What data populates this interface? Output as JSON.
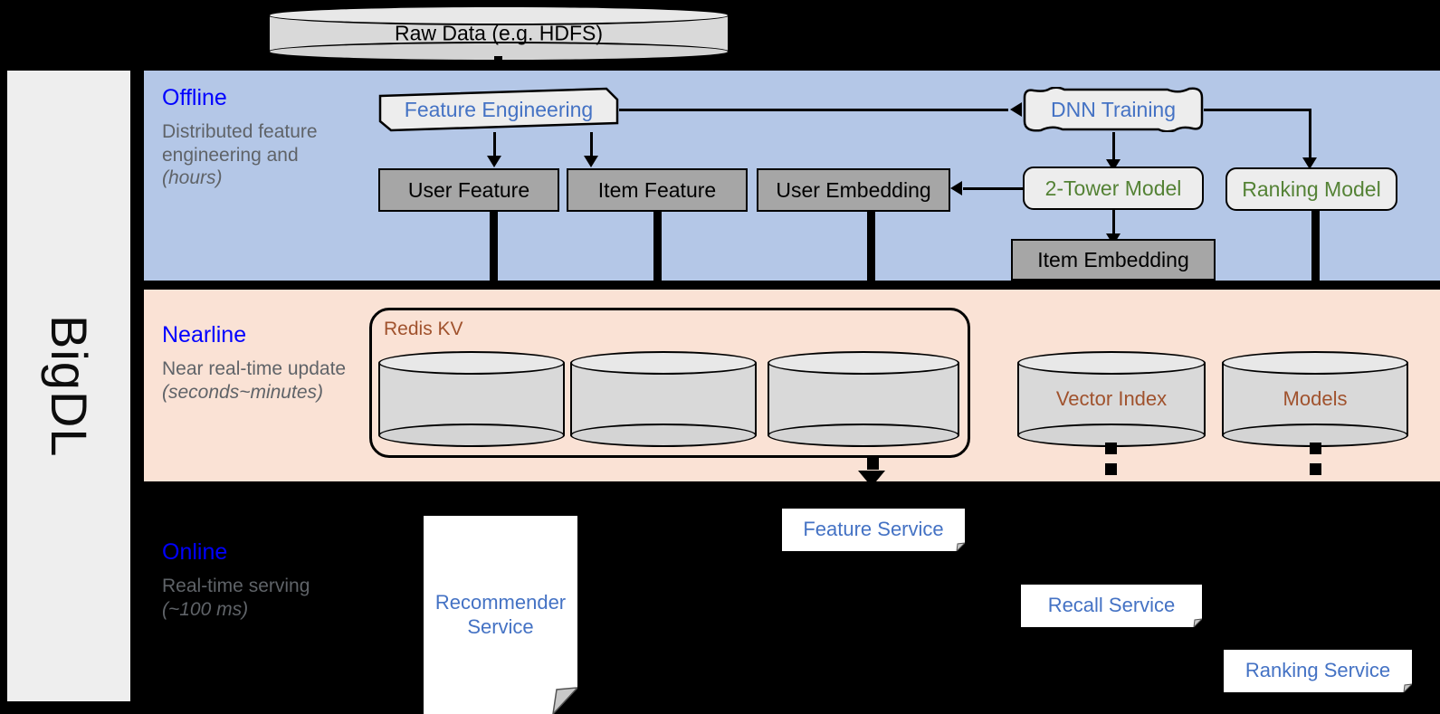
{
  "framework": {
    "name": "BigDL"
  },
  "source": {
    "label": "Raw Data (e.g. HDFS)"
  },
  "stages": [
    {
      "id": "offline",
      "title": "Offline",
      "desc_plain": "Distributed feature engineering and ",
      "desc_italic": "(hours)",
      "title_color": "#0000ff",
      "bg": "#b4c7e7"
    },
    {
      "id": "nearline",
      "title": "Nearline",
      "desc_plain": "Near real-time update ",
      "desc_italic": "(seconds~minutes)",
      "title_color": "#0000ff",
      "bg": "#fae2d5"
    },
    {
      "id": "online",
      "title": "Online",
      "desc_plain": "Real-time serving ",
      "desc_italic": "(~100 ms)",
      "title_color": "#0000ff",
      "bg": "#000000"
    }
  ],
  "offline": {
    "feature_engineering": "Feature Engineering",
    "dnn_training": "DNN Training",
    "user_feature": "User Feature",
    "item_feature": "Item Feature",
    "user_embedding": "User Embedding",
    "two_tower_model": "2-Tower Model",
    "ranking_model": "Ranking Model",
    "item_embedding": "Item Embedding"
  },
  "nearline": {
    "redis_group_label": "Redis KV",
    "stores": [
      "",
      "",
      ""
    ],
    "vector_index": "Vector Index",
    "models": "Models"
  },
  "online": {
    "recommender_service": "Recommender Service",
    "feature_service": "Feature Service",
    "recall_service": "Recall Service",
    "ranking_service": "Ranking Service"
  },
  "colors": {
    "offline_bg": "#b4c7e7",
    "nearline_bg": "#fae2d5",
    "online_bg": "#000000",
    "stage_title": "#0000ff",
    "stage_desc": "#5f6368",
    "blue_text": "#4472c4",
    "green_text": "#548235",
    "brown_text": "#a0522d",
    "gray_box": "#a6a6a6",
    "light_box": "#ededed",
    "rail_bg": "#eeeeee"
  }
}
